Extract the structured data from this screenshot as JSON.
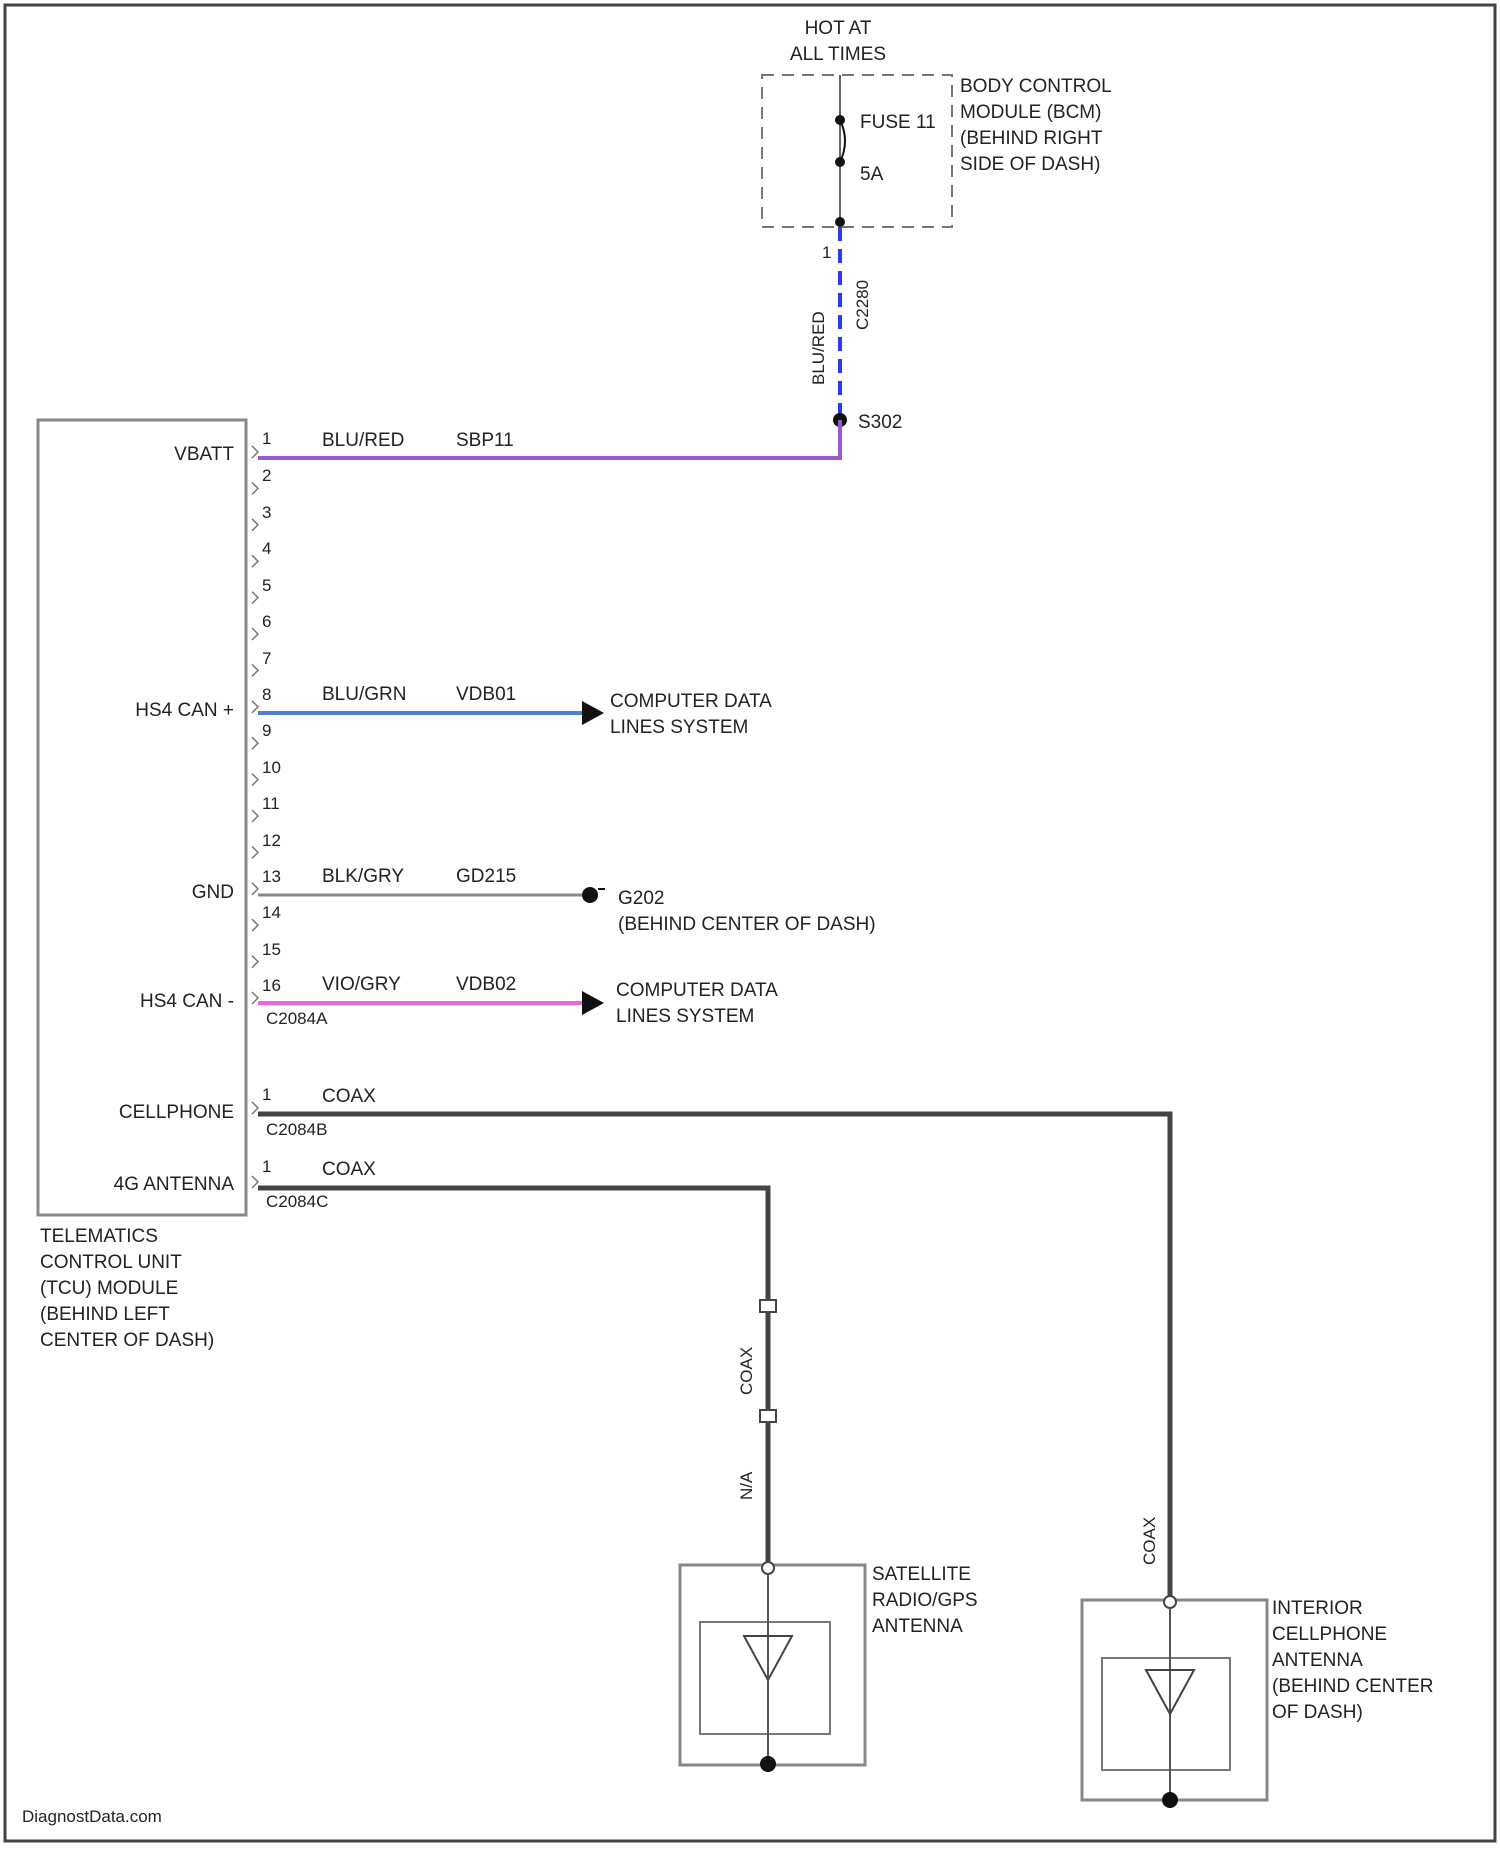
{
  "power": {
    "hot_label": [
      "HOT AT",
      "ALL TIMES"
    ],
    "fuse_name": "FUSE 11",
    "fuse_rating": "5A",
    "bcm_label": [
      "BODY CONTROL",
      "MODULE (BCM)",
      "(BEHIND RIGHT",
      "SIDE OF DASH)"
    ],
    "bcm_pin": "1",
    "bcm_connector": "C2280",
    "vertical_wire_color": "BLU/RED",
    "splice": "S302"
  },
  "tcu": {
    "label": [
      "TELEMATICS",
      "CONTROL UNIT",
      "(TCU) MODULE",
      "(BEHIND LEFT",
      "CENTER OF DASH)"
    ],
    "pin_labels": {
      "vbatt": "VBATT",
      "hsr_can_plus": "HS4 CAN +",
      "gnd": "GND",
      "hsr_can_minus": "HS4 CAN -",
      "cellphone": "CELLPHONE",
      "gps_antenna": "4G ANTENNA"
    },
    "pin_numbers": [
      "1",
      "2",
      "3",
      "4",
      "5",
      "6",
      "7",
      "8",
      "9",
      "10",
      "11",
      "12",
      "13",
      "14",
      "15",
      "16"
    ],
    "main_connector": "C2084A",
    "cell_connector": "C2084B",
    "antenna_connector": "C2084C"
  },
  "wires": {
    "vbatt": {
      "color": "BLU/RED",
      "circuit": "SBP11",
      "hex": "#9b59d0"
    },
    "can_plus": {
      "color": "BLU/GRN",
      "circuit": "VDB01",
      "hex": "#4a7fd4"
    },
    "gnd": {
      "color": "BLK/GRY",
      "circuit": "GD215",
      "hex": "#888888"
    },
    "can_minus": {
      "color": "VIO/GRY",
      "circuit": "VDB02",
      "hex": "#ee66dd"
    },
    "cell_coax": {
      "color": "COAX"
    },
    "ant_coax": {
      "color": "COAX"
    },
    "ant_vertical_1": "COAX",
    "ant_vertical_2": "N/A",
    "cell_vertical": "COAX"
  },
  "destinations": {
    "can_plus": [
      "COMPUTER DATA",
      "LINES SYSTEM"
    ],
    "gnd": [
      "G202",
      "(BEHIND CENTER OF DASH)"
    ],
    "can_minus": [
      "COMPUTER DATA",
      "LINES SYSTEM"
    ]
  },
  "antennas": {
    "satellite": [
      "SATELLITE",
      "RADIO/GPS",
      "ANTENNA"
    ],
    "cellphone": [
      "INTERIOR",
      "CELLPHONE",
      "ANTENNA",
      "(BEHIND CENTER",
      "OF DASH)"
    ]
  },
  "footer": {
    "watermark": "DiagnostData.com"
  }
}
